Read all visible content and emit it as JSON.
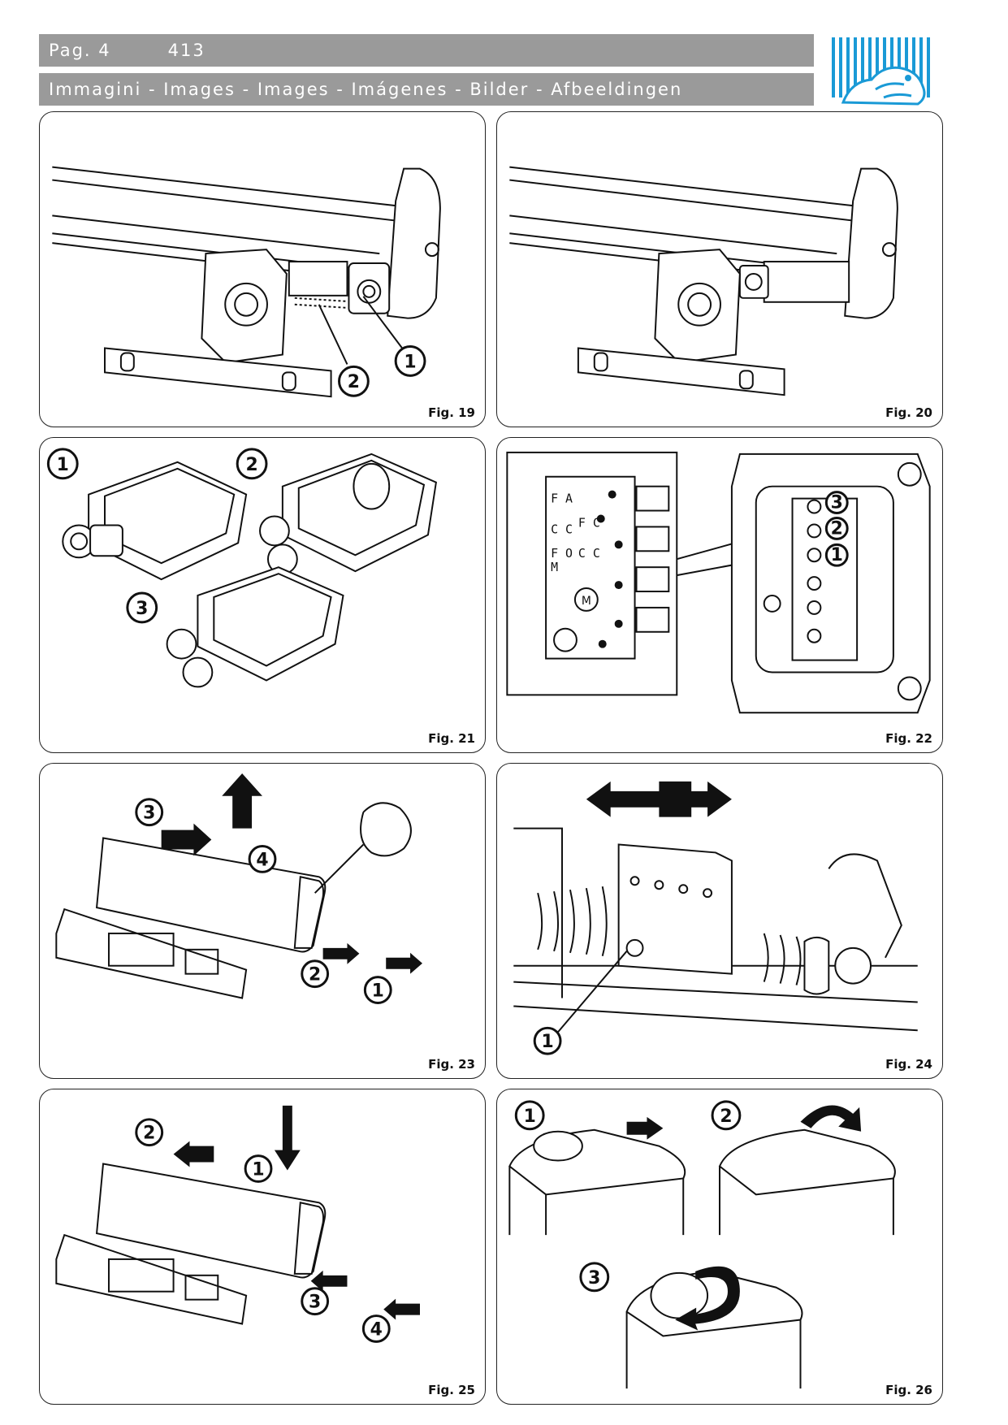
{
  "header": {
    "page_label": "Pag. 4",
    "model": "413",
    "subtitle": "Immagini - Images - Images - Imágenes - Bilder - Afbeeldingen"
  },
  "colors": {
    "header_bar": "#9a9a9a",
    "logo_blue": "#1a9ad6"
  },
  "logo": {
    "icon": "lion-gate-logo-icon"
  },
  "figures": [
    {
      "label": "Fig. 19",
      "callouts": [
        "1",
        "2"
      ]
    },
    {
      "label": "Fig. 20",
      "callouts": []
    },
    {
      "label": "Fig. 21",
      "callouts": [
        "1",
        "2",
        "3"
      ]
    },
    {
      "label": "Fig. 22",
      "callouts": [
        "1",
        "2",
        "3"
      ],
      "terminal_labels": [
        "F A",
        "C C",
        "F C",
        "C C",
        "F O",
        "M"
      ],
      "motor_label": "M"
    },
    {
      "label": "Fig. 23",
      "callouts": [
        "1",
        "2",
        "3",
        "4"
      ]
    },
    {
      "label": "Fig. 24",
      "callouts": [
        "1"
      ]
    },
    {
      "label": "Fig. 25",
      "callouts": [
        "1",
        "2",
        "3",
        "4"
      ]
    },
    {
      "label": "Fig. 26",
      "callouts": [
        "1",
        "2",
        "3"
      ]
    }
  ]
}
